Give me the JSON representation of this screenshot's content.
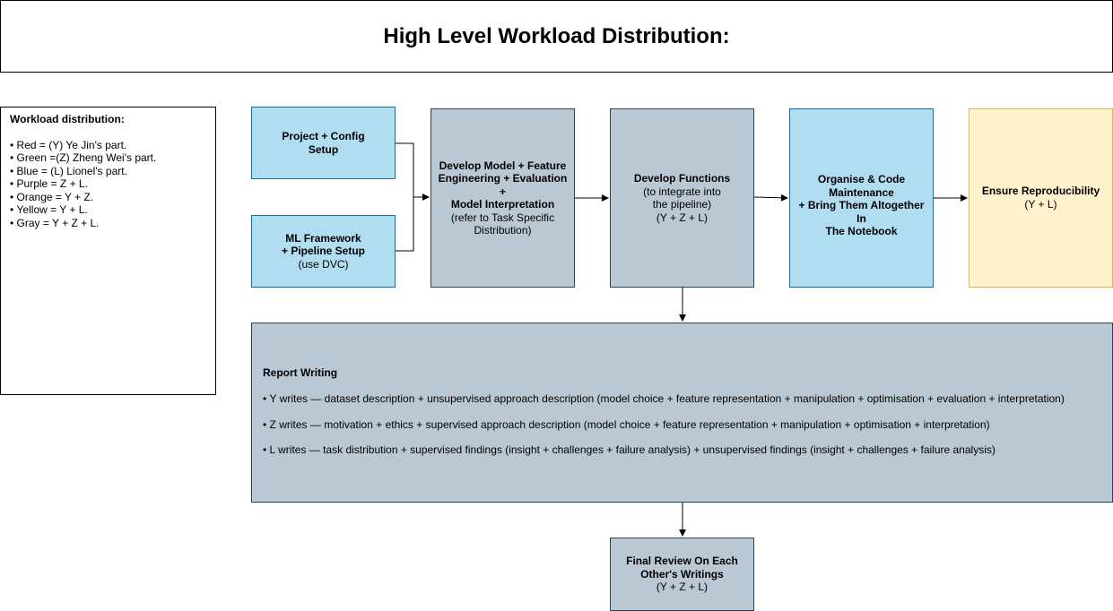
{
  "title": "High Level Workload Distribution:",
  "legend": {
    "heading": "Workload distribution:",
    "items": [
      "Red = (Y) Ye Jin's part.",
      "Green =(Z) Zheng Wei's part.",
      "Blue = (L) Lionel's part.",
      "Purple = Z + L.",
      "Orange = Y + Z.",
      "Yellow = Y + L.",
      "Gray = Y + Z + L."
    ]
  },
  "nodes": {
    "project_config": {
      "line1": "Project + Config",
      "line2": "Setup"
    },
    "ml_framework": {
      "line1": "ML Framework",
      "line2": "+ Pipeline Setup",
      "note": "(use DVC)"
    },
    "develop_model": {
      "line1": "Develop Model + Feature",
      "line2": "Engineering + Evaluation +",
      "line3": "Model Interpretation",
      "note1": "(refer to Task Specific",
      "note2": "Distribution)"
    },
    "develop_functions": {
      "line1": "Develop Functions",
      "note1": "(to integrate into",
      "note2": "the pipeline)",
      "note3": "(Y + Z + L)"
    },
    "organise": {
      "line1": "Organise & Code",
      "line2": "Maintenance",
      "line3": "+ Bring Them Altogether In",
      "line4": "The Notebook"
    },
    "reproducibility": {
      "line1": "Ensure Reproducibility",
      "note": "(Y + L)"
    },
    "final_review": {
      "line1": "Final Review On Each",
      "line2": "Other's Writings",
      "note": "(Y + Z + L)"
    }
  },
  "report": {
    "heading": "Report Writing",
    "items": [
      "Y writes — dataset description + unsupervised approach description (model choice + feature representation + manipulation + optimisation + evaluation + interpretation)",
      "Z writes — motivation + ethics + supervised approach description (model choice + feature representation + manipulation + optimisation + interpretation)",
      "L writes — task distribution + supervised findings (insight + challenges + failure analysis) + unsupervised findings (insight + challenges + failure analysis)"
    ]
  },
  "colors": {
    "blue_fill": "#b1ddf0",
    "gray_fill": "#bac8d3",
    "yellow_fill": "#fff2cc"
  }
}
